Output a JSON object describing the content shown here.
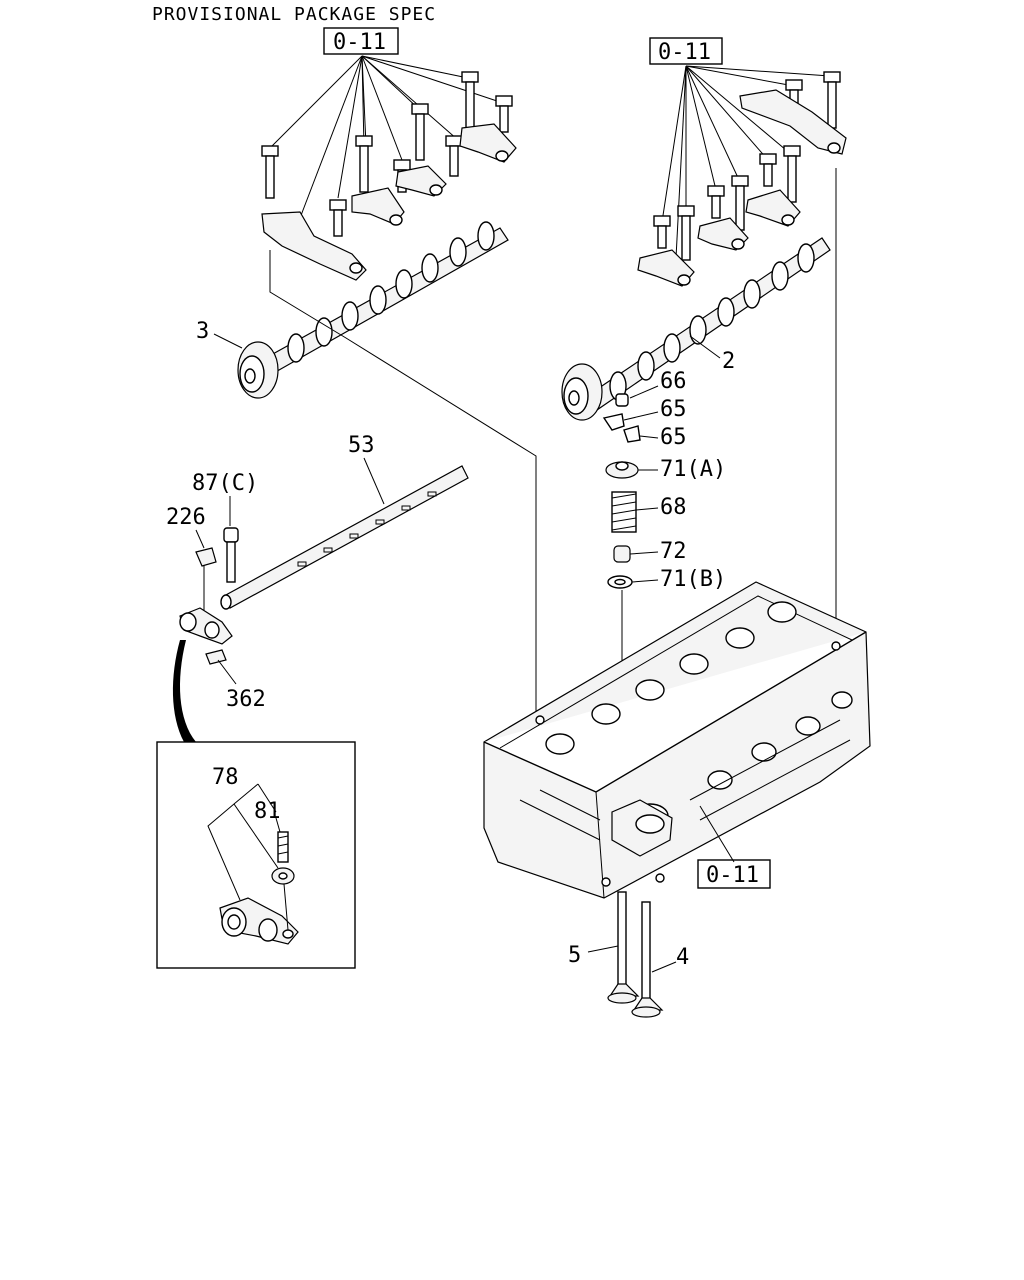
{
  "header": {
    "title": "PROVISIONAL PACKAGE SPEC"
  },
  "references": {
    "ref_top_left": "0-11",
    "ref_top_right": "0-11",
    "ref_head": "0-11"
  },
  "callouts": {
    "c3": "3",
    "c2": "2",
    "c66": "66",
    "c65a": "65",
    "c65b": "65",
    "c71a": "71(A)",
    "c68": "68",
    "c72": "72",
    "c71b": "71(B)",
    "c53": "53",
    "c87c": "87(C)",
    "c226": "226",
    "c362": "362",
    "c78": "78",
    "c81": "81",
    "c5": "5",
    "c4": "4"
  }
}
